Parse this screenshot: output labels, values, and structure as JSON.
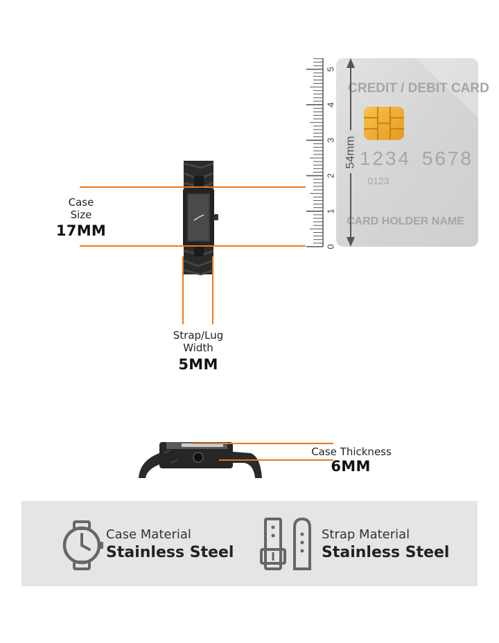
{
  "case_size": {
    "label_line1": "Case",
    "label_line2": "Size",
    "value": "17MM"
  },
  "strap_width": {
    "label_line1": "Strap/Lug",
    "label_line2": "Width",
    "value": "5MM"
  },
  "case_thickness": {
    "label": "Case Thickness",
    "value": "6MM"
  },
  "ruler": {
    "ticks": [
      "0",
      "1",
      "2",
      "3",
      "4",
      "5"
    ],
    "card_height": "54mm"
  },
  "card": {
    "title": "CREDIT / DEBIT CARD",
    "number_group1": "1234",
    "number_group2": "5678",
    "small_number": "0123",
    "holder": "CARD HOLDER NAME"
  },
  "materials": {
    "case": {
      "label": "Case Material",
      "value": "Stainless Steel",
      "icon": "watch-icon"
    },
    "strap": {
      "label": "Strap Material",
      "value": "Stainless Steel",
      "icon": "strap-icon"
    }
  },
  "colors": {
    "accent": "#e8781e",
    "panel": "#e5e5e5",
    "card": "#d6d6d6",
    "chip": "#f2b33c"
  }
}
